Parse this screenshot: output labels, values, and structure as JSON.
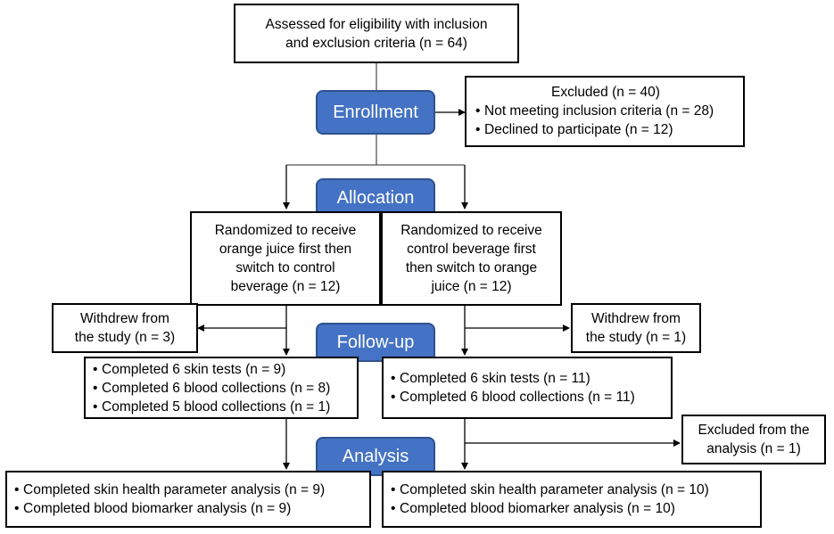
{
  "assessed": {
    "lines": [
      "Assessed for eligibility with inclusion",
      "and exclusion criteria (n = 64)"
    ]
  },
  "stages": {
    "enrollment": "Enrollment",
    "allocation": "Allocation",
    "followup": "Follow-up",
    "analysis": "Analysis"
  },
  "excluded": {
    "title": "Excluded (n = 40)",
    "items": [
      "Not meeting inclusion criteria (n = 28)",
      "Declined to participate (n = 12)"
    ]
  },
  "arm_a": {
    "randomized": [
      "Randomized to receive",
      "orange juice first then",
      "switch to control",
      "beverage (n = 12)"
    ],
    "withdrew": [
      "Withdrew from",
      "the study (n = 3)"
    ],
    "followup_items": [
      "Completed 6 skin tests (n = 9)",
      "Completed 6 blood collections (n = 8)",
      "Completed 5 blood collections (n = 1)"
    ],
    "analysis_items": [
      "Completed skin health parameter analysis (n = 9)",
      "Completed blood biomarker analysis (n = 9)"
    ]
  },
  "arm_b": {
    "randomized": [
      "Randomized to receive",
      "control beverage first",
      "then switch to orange",
      "juice (n = 12)"
    ],
    "withdrew": [
      "Withdrew from",
      "the study (n = 1)"
    ],
    "followup_items": [
      "Completed 6 skin tests (n = 11)",
      "Completed 6 blood collections (n = 11)"
    ],
    "excluded_analysis": [
      "Excluded from the",
      "analysis (n = 1)"
    ],
    "analysis_items": [
      "Completed skin health parameter analysis (n = 10)",
      "Completed blood biomarker analysis (n = 10)"
    ]
  }
}
